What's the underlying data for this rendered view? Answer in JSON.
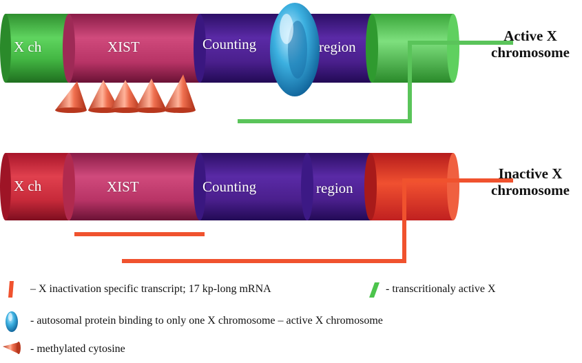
{
  "active_chromosome": {
    "title_line1": "Active X",
    "title_line2": "chromosome",
    "segments": {
      "xch": "X ch",
      "xist": "XIST",
      "counting": "Counting",
      "region": "region"
    }
  },
  "inactive_chromosome": {
    "title_line1": "Inactive X",
    "title_line2": "chromosome",
    "segments": {
      "xch": "X ch",
      "xist": "XIST",
      "counting": "Counting",
      "region": "region"
    }
  },
  "legend": {
    "red_transcript": "– X inactivation specific transcript; 17 kp-long mRNA",
    "green_transcript": "- transcritionaly active X",
    "autosomal_protein": "- autosomal protein binding to only one X chromosome – active X chromosome",
    "methylated_cytosine": "- methylated cytosine"
  },
  "colors": {
    "green": "#4cc44c",
    "xist_magenta": "#c23a6e",
    "purple": "#4a1f8c",
    "red_segment": "#d6283a",
    "transcript_red": "#f0522e",
    "protein_blue": "#33a8d6",
    "cone_orange": "#e8603a"
  },
  "icons": [
    "methylation-cone-icon",
    "autosomal-protein-icon",
    "red-transcript-icon",
    "green-transcript-icon"
  ]
}
